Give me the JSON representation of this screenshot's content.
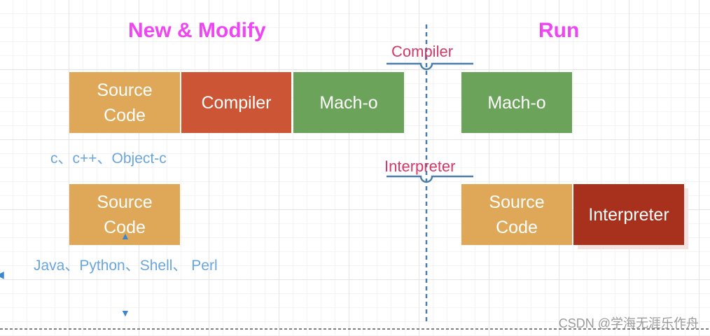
{
  "headings": {
    "new_modify": "New & Modify",
    "run": "Run"
  },
  "boxes": {
    "source_code_compiled": "Source\nCode",
    "compiler": "Compiler",
    "mach_o_build": "Mach-o",
    "mach_o_run": "Mach-o",
    "source_code_interpreted": "Source\nCode",
    "source_code_run": "Source\nCode",
    "interpreter": "Interpreter"
  },
  "notes": {
    "compiled_languages": "c、c++、Object-c",
    "interpreted_languages": "Java、Python、Shell、\nPerl"
  },
  "lane_labels": {
    "compiler": "Compiler",
    "interpreter": "Interpreter"
  },
  "watermark": "CSDN @学海无涯乐作舟",
  "colors": {
    "heading": "#ee46f3",
    "source_code": "#dea858",
    "compiler": "#cb5535",
    "mach_o": "#6ca35a",
    "interpreter": "#a7311d",
    "note_text": "#6aa6db",
    "lane_label": "#d33968",
    "connector": "#4a7ea8"
  }
}
